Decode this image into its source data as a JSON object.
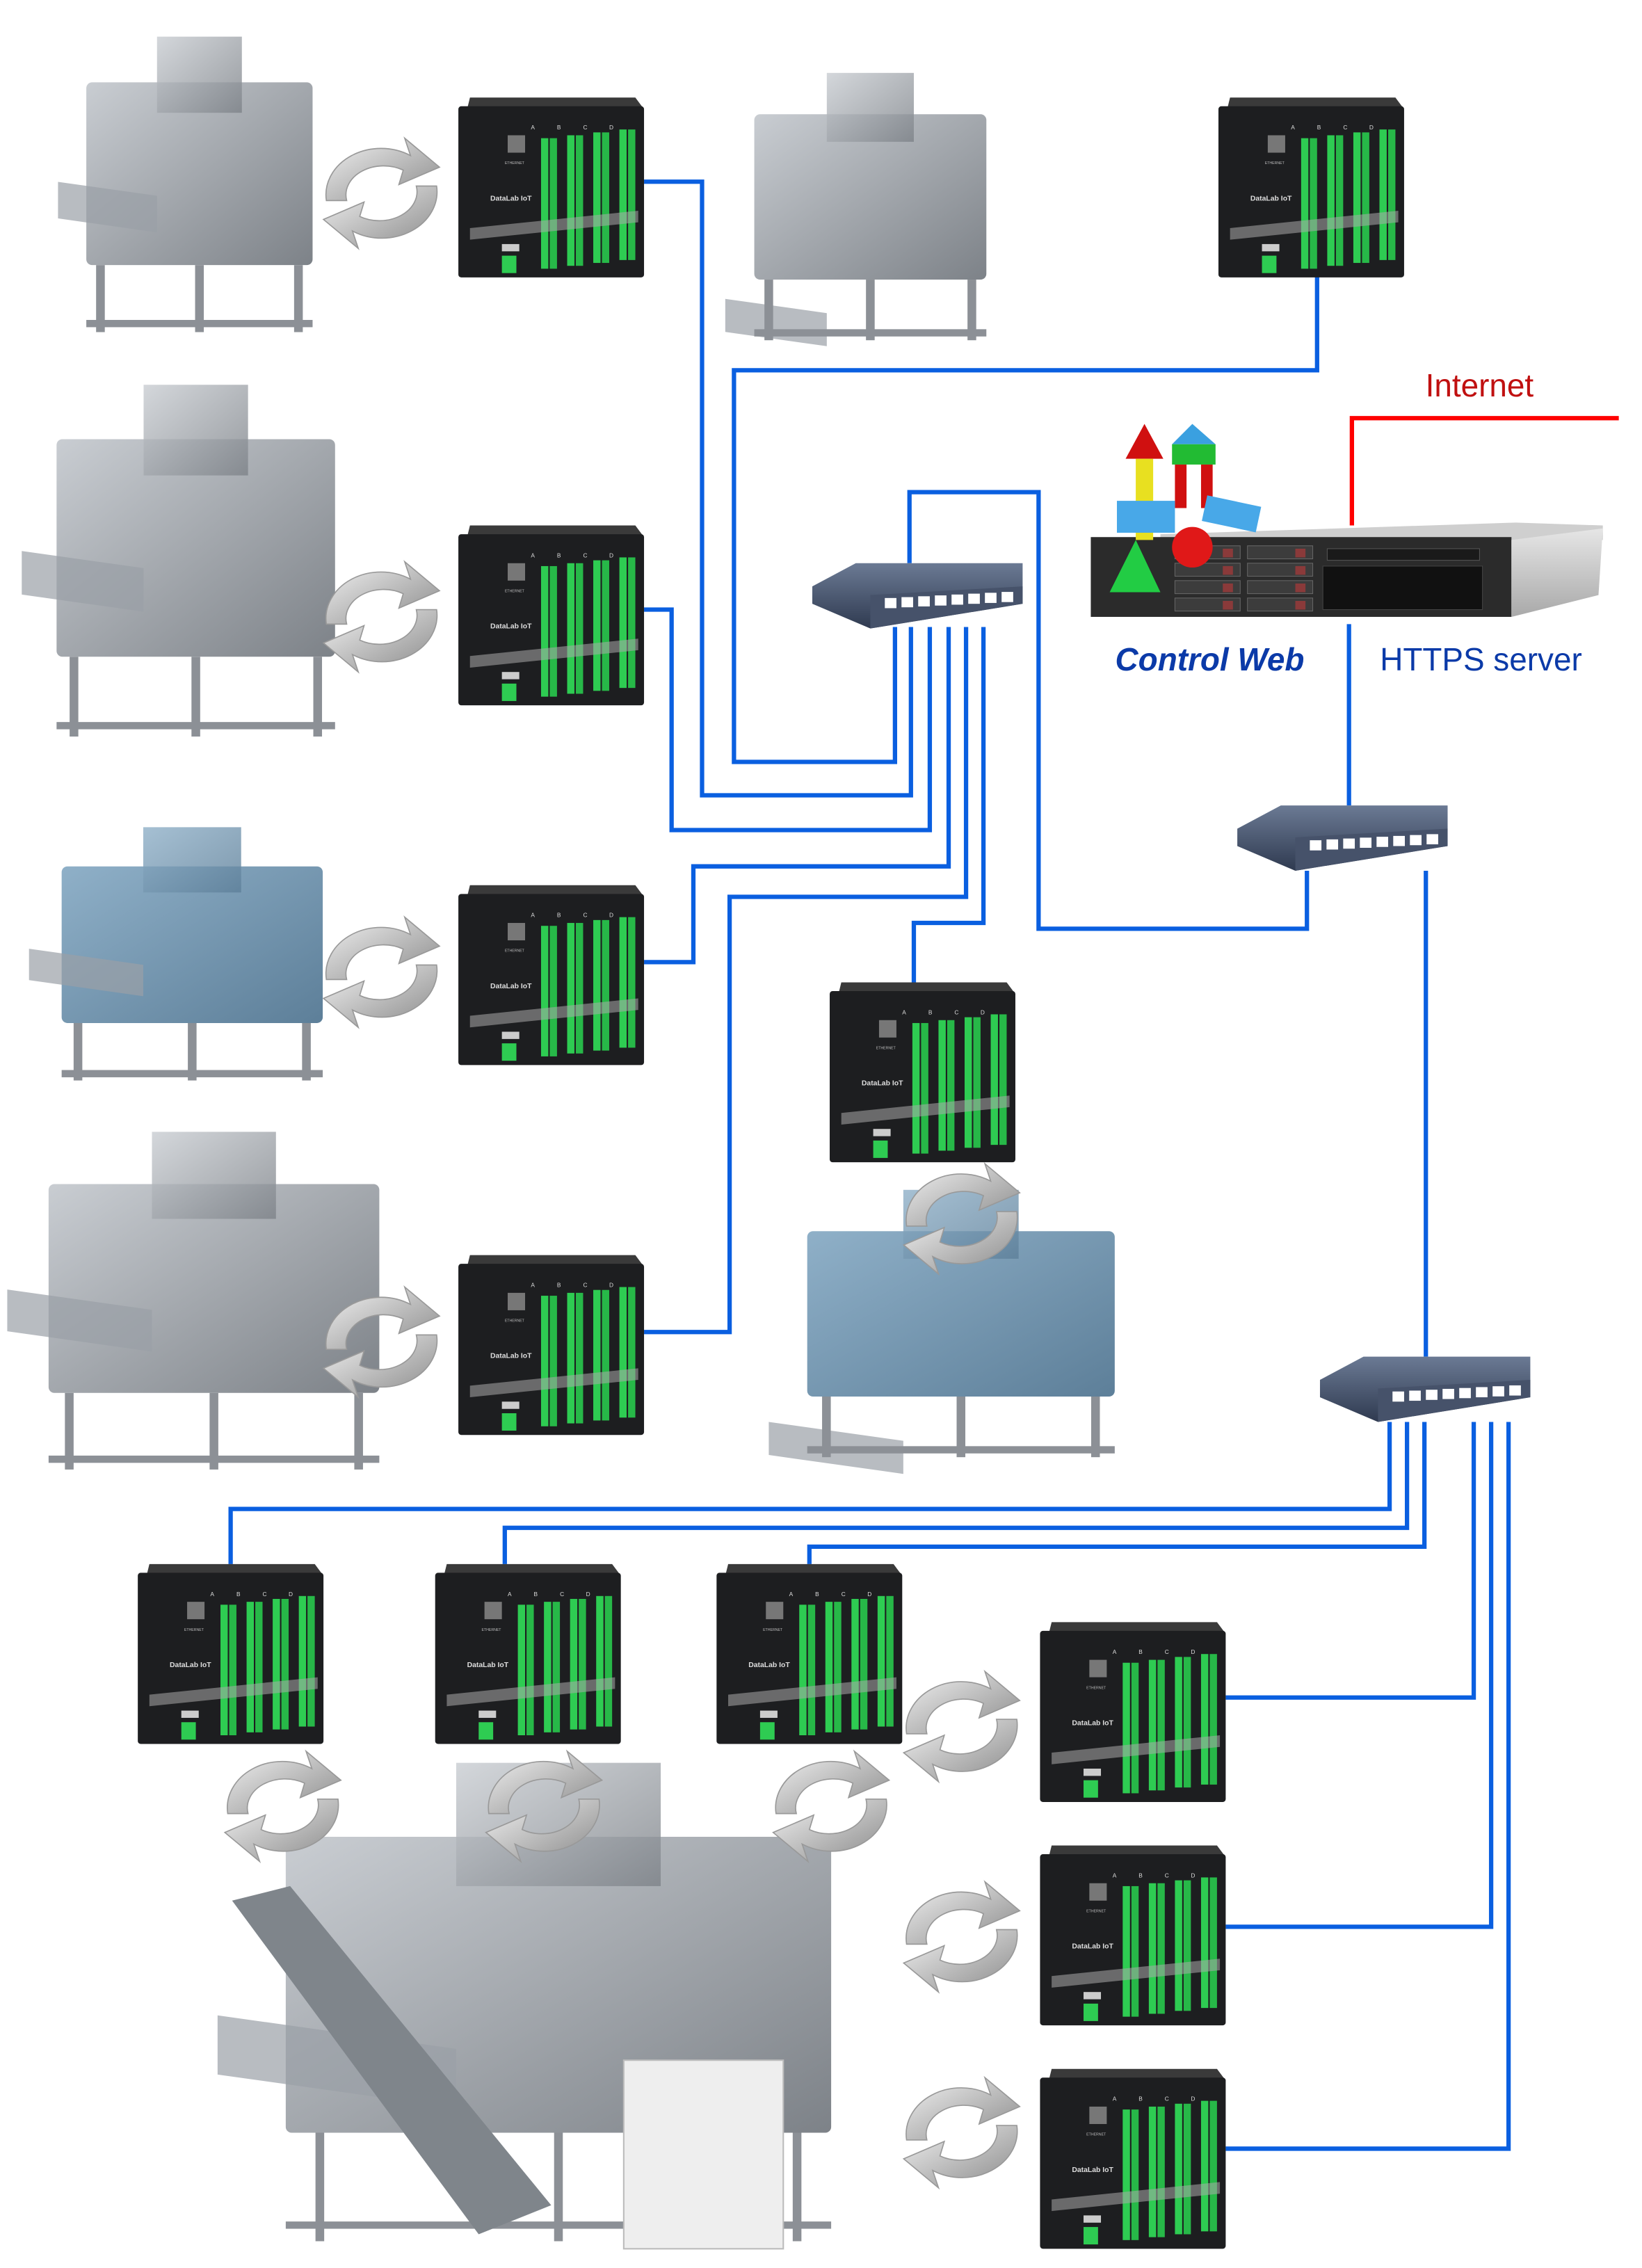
{
  "labels": {
    "internet": "Internet",
    "control_web": "Control Web",
    "https_server": "HTTPS server"
  },
  "device": {
    "brand": "DataLab IoT",
    "port": "ETHERNET",
    "banks": [
      "A",
      "B",
      "C",
      "D"
    ]
  },
  "colors": {
    "network_line": "#0a5fe0",
    "internet_line": "#ff0000",
    "internet_text": "#c01010",
    "label_blue": "#0b3aa8"
  }
}
